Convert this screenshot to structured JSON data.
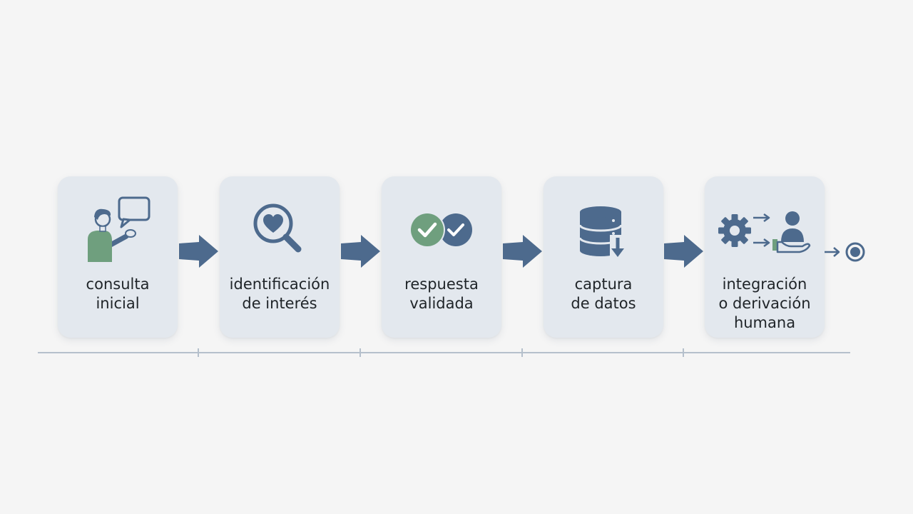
{
  "colors": {
    "background": "#f5f5f5",
    "card": "#e3e8ee",
    "accent_blue": "#4d6a8d",
    "accent_green": "#6f9f7e",
    "text": "#1f2428",
    "timeline": "#b5c0cc"
  },
  "steps": [
    {
      "label": "consulta\ninicial",
      "icon": "person-speech-bubble-icon"
    },
    {
      "label": "identificación\nde interés",
      "icon": "magnifier-heart-icon"
    },
    {
      "label": "respuesta\nvalidada",
      "icon": "double-check-icon"
    },
    {
      "label": "captura\nde datos",
      "icon": "database-download-icon"
    },
    {
      "label": "integración\no derivación\nhumana",
      "icon": "gear-handoff-person-icon"
    }
  ]
}
